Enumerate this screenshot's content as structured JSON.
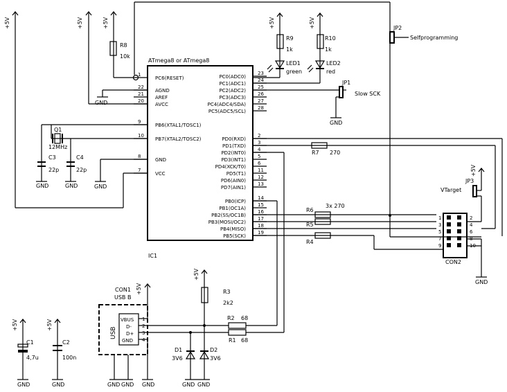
{
  "ic1": {
    "name": "IC1",
    "part": "ATmega8 or ATmega8",
    "left_pins": [
      {
        "num": "1",
        "label": "PC6(RESET)"
      },
      {
        "num": "22",
        "label": "AGND"
      },
      {
        "num": "21",
        "label": "AREF"
      },
      {
        "num": "20",
        "label": "AVCC"
      },
      {
        "num": "9",
        "label": "PB6(XTAL1/TOSC1)"
      },
      {
        "num": "10",
        "label": "PB7(XTAL2/TOSC2)"
      },
      {
        "num": "8",
        "label": "GND"
      },
      {
        "num": "7",
        "label": "VCC"
      }
    ],
    "right_top_pins": [
      {
        "num": "23",
        "label": "PC0(ADC0)"
      },
      {
        "num": "24",
        "label": "PC1(ADC1)"
      },
      {
        "num": "25",
        "label": "PC2(ADC2)"
      },
      {
        "num": "26",
        "label": "PC3(ADC3)"
      },
      {
        "num": "27",
        "label": "PC4(ADC4/SDA)"
      },
      {
        "num": "28",
        "label": "PC5(ADC5/SCL)"
      }
    ],
    "right_mid_pins": [
      {
        "num": "2",
        "label": "PD0(RXD)"
      },
      {
        "num": "3",
        "label": "PD1(TXD)"
      },
      {
        "num": "4",
        "label": "PD2(INT0)"
      },
      {
        "num": "5",
        "label": "PD3(INT1)"
      },
      {
        "num": "6",
        "label": "PD4(XCK/T0)"
      },
      {
        "num": "11",
        "label": "PD5(T1)"
      },
      {
        "num": "12",
        "label": "PD6(AIN0)"
      },
      {
        "num": "13",
        "label": "PD7(AIN1)"
      }
    ],
    "right_bot_pins": [
      {
        "num": "14",
        "label": "PB0(ICP)"
      },
      {
        "num": "15",
        "label": "PB1(OC1A)"
      },
      {
        "num": "16",
        "label": "PB2(SS/OC1B)"
      },
      {
        "num": "17",
        "label": "PB3(MOSI/OC2)"
      },
      {
        "num": "18",
        "label": "PB4(MISO)"
      },
      {
        "num": "19",
        "label": "PB5(SCK)"
      }
    ]
  },
  "labels": {
    "vcc": "+5V",
    "gnd": "GND",
    "r8": "R8",
    "r8_val": "10k",
    "r9": "R9",
    "r9_val": "1k",
    "r10": "R10",
    "r10_val": "1k",
    "led1": "LED1",
    "led1_col": "green",
    "led2": "LED2",
    "led2_col": "red",
    "jp1": "JP1",
    "jp1_desc": "Slow SCK",
    "jp2": "JP2",
    "jp2_desc": "Selfprogramming",
    "jp3": "JP3",
    "jp3_desc": "VTarget",
    "q1": "Q1",
    "q1_val": "12MHz",
    "c3": "C3",
    "c3_val": "22p",
    "c4": "C4",
    "c4_val": "22p",
    "r7": "R7",
    "r7_val": "270",
    "r6": "R6",
    "r6_val": "3x 270",
    "r5": "R5",
    "r4": "R4",
    "con2": "CON2",
    "con1": "CON1",
    "con1_type": "USB B",
    "usb_text": "USB",
    "usb_pins": [
      "VBUS",
      "D-",
      "D+",
      "GND"
    ],
    "r3": "R3",
    "r3_val": "2k2",
    "r2": "R2",
    "r2_val": "68",
    "r1": "R1",
    "r1_val": "68",
    "d1": "D1",
    "d1_val": "3V6",
    "d2": "D2",
    "d2_val": "3V6",
    "c1": "C1",
    "c1_val": "4,7u",
    "c2": "C2",
    "c2_val": "100n",
    "one": "1",
    "two": "2",
    "three": "3",
    "four": "4"
  },
  "con2_pins": [
    "1",
    "2",
    "3",
    "4",
    "5",
    "6",
    "7",
    "8",
    "9",
    "10"
  ]
}
